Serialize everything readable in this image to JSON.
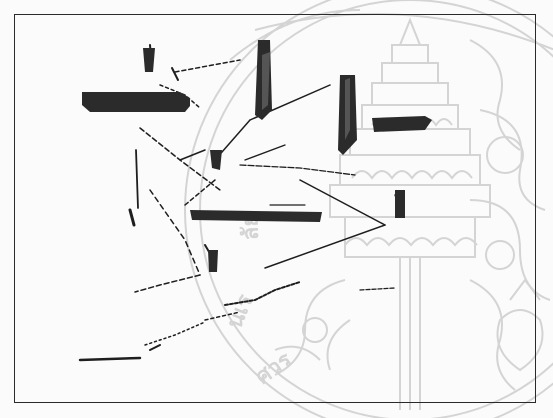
{
  "figure": {
    "kind": "scanned pen-and-ink sketch",
    "ink_color": "#1e1e1e",
    "shadow_color": "#3a3a3a",
    "watermark_color": "#d4d4d4"
  },
  "watermark": {
    "icon": "university-seal-watermark",
    "text": "ลัยนเรศวร"
  }
}
